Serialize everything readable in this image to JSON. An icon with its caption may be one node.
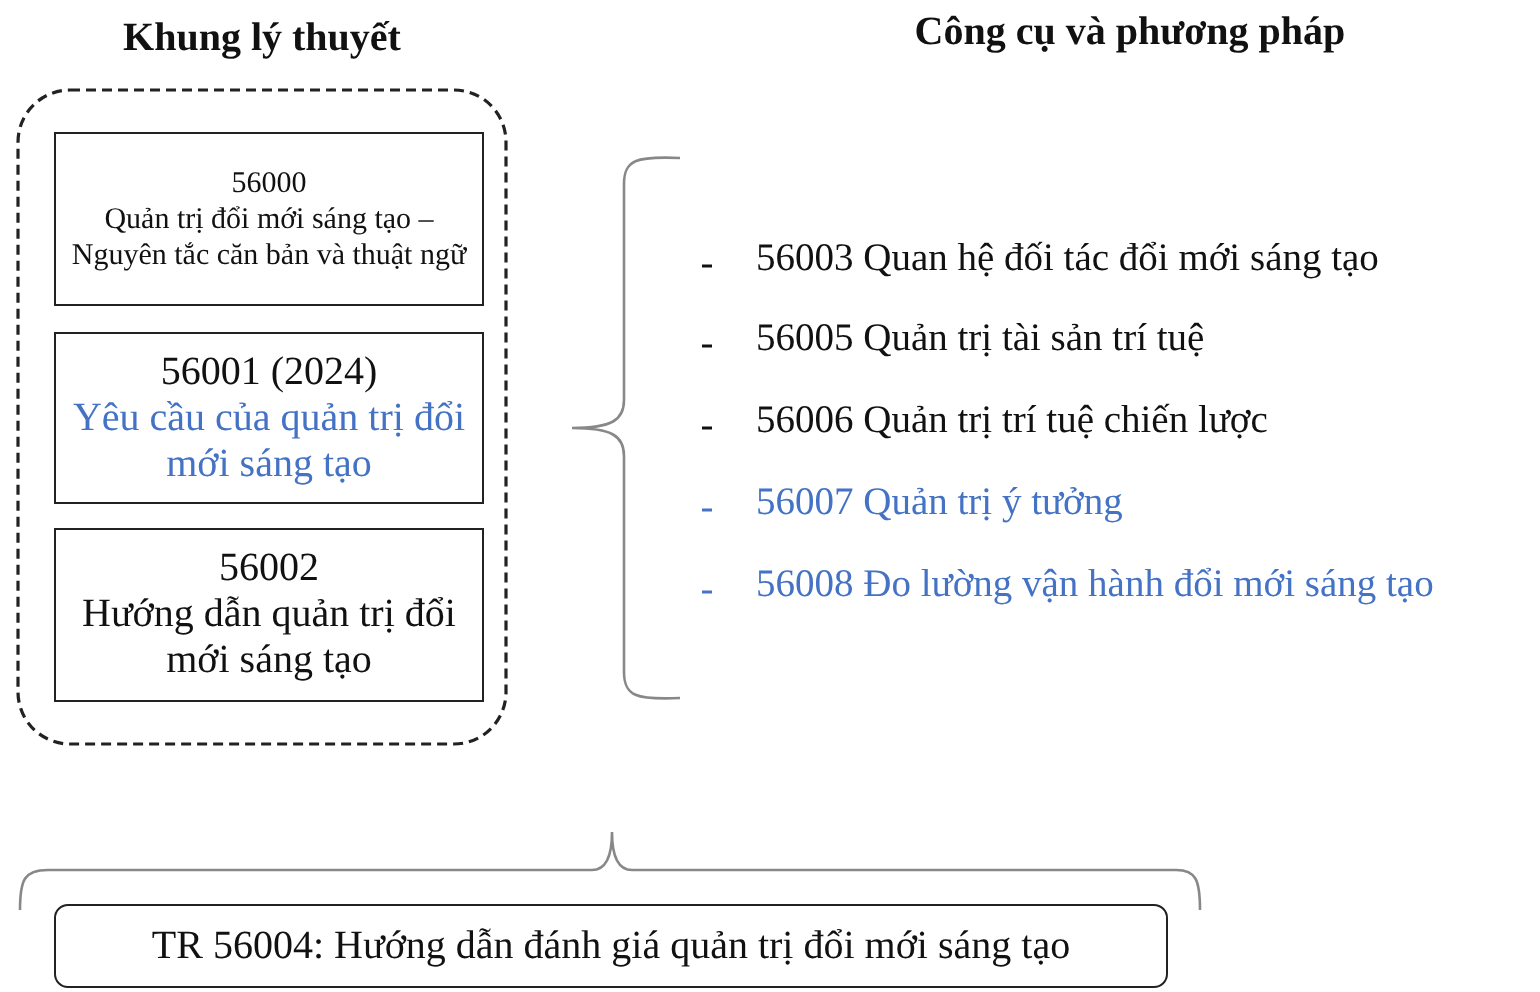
{
  "diagram": {
    "nodes": [
      {
        "text": [
          "Khung lý thuyết"
        ]
      },
      {
        "text": [
          "56000",
          "Quản trị đổi mới sáng tạo – Nguyên tắc căn bản và thuật ngữ"
        ],
        "in": 0
      },
      {
        "text": [
          "56001 (2024)",
          "Yêu cầu của quản trị đổi mới sáng tạo"
        ],
        "in": 0
      },
      {
        "text": [
          "56002",
          "Hướng dẫn quản trị đổi mới sáng tạo"
        ],
        "in": 0
      },
      {
        "text": [
          "TR 56004: Hướng dẫn đánh giá quản trị đổi mới sáng tạo"
        ]
      }
    ],
    "edges": [],
    "labels": [
      "Công cụ và phương pháp",
      "56003 Quan hệ đối tác đổi mới sáng tạo",
      "56005 Quản trị tài sản trí tuệ",
      "56006 Quản trị trí tuệ chiến lược",
      "56007 Quản trị ý tưởng",
      "56008 Đo lường vận hành đổi mới sáng tạo"
    ]
  }
}
